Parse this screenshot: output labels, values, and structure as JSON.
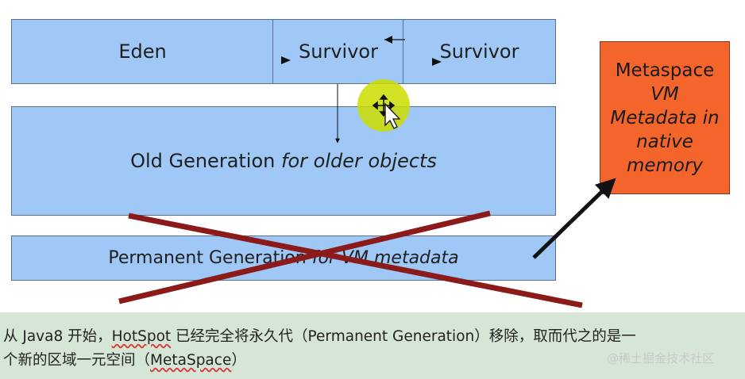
{
  "diagram": {
    "eden": "Eden",
    "survivor_left": "Survivor",
    "survivor_right": "Survivor",
    "old_main": "Old Generation ",
    "old_italic": "for older objects",
    "perm_main": "Permanent Generation ",
    "perm_italic": "for VM metadata",
    "metaspace_line1": "Metaspace",
    "metaspace_line2": "VM",
    "metaspace_line3": "Metadata in",
    "metaspace_line4": "native",
    "metaspace_line5": "memory"
  },
  "caption": {
    "part1": "从 Java8 开始，",
    "hotspot": "HotSpot",
    "part2": " 已经完全将永久代（Permanent Generation）移除，取而代之的是一",
    "line2a": "个新的区域一元空间（",
    "metaspace_word": "MetaSpace",
    "line2b": "）"
  },
  "watermark": "@稀土掘金技术社区",
  "colors": {
    "box_fill": "#9fc8f6",
    "metaspace_fill": "#f4652c",
    "cross": "#8b1a1a",
    "cursor_highlight": "#ccdd00"
  },
  "icons": [
    "move-cursor-icon",
    "pointer-cursor-icon"
  ]
}
